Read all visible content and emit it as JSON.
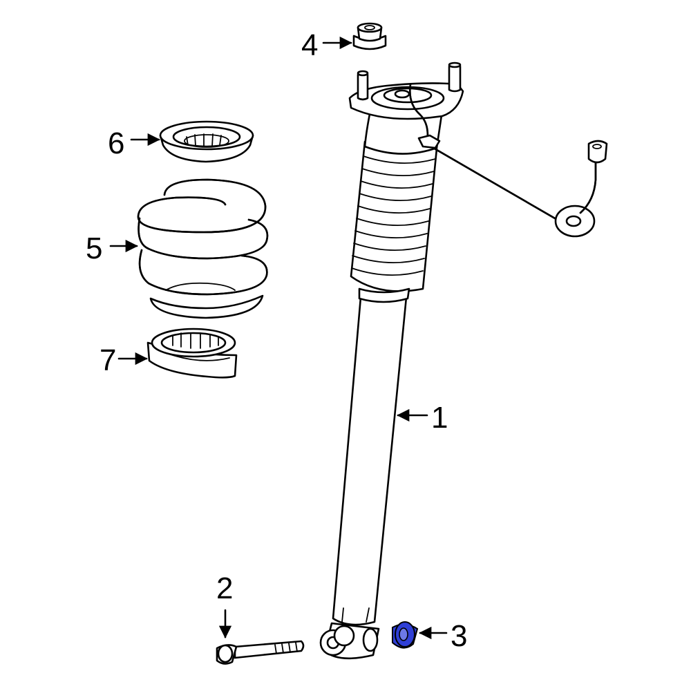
{
  "callouts": {
    "c1": "1",
    "c2": "2",
    "c3": "3",
    "c4": "4",
    "c5": "5",
    "c6": "6",
    "c7": "7"
  },
  "colors": {
    "highlight": "#2f3fd6",
    "line": "#000000",
    "background": "#ffffff"
  }
}
